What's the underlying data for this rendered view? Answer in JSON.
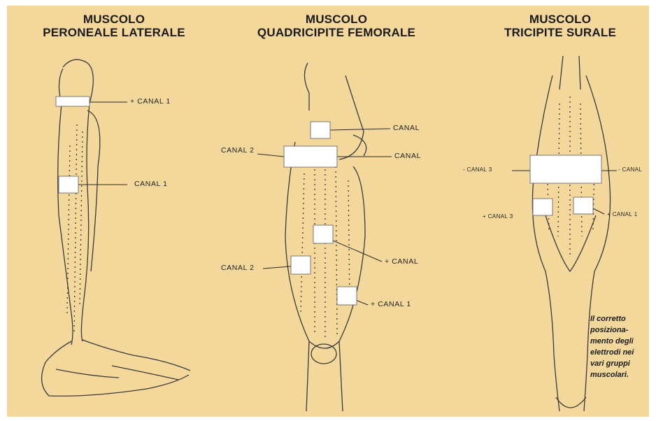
{
  "panels": [
    {
      "title": [
        "MUSCOLO",
        "PERONEALE LATERALE"
      ]
    },
    {
      "title": [
        "MUSCOLO",
        "QUADRICIPITE FEMORALE"
      ]
    },
    {
      "title": [
        "MUSCOLO",
        "TRICIPITE SURALE"
      ]
    }
  ],
  "labels": {
    "p1_top": "+ CANAL 1",
    "p1_mid": "CANAL 1",
    "p2_r1": "CANAL",
    "p2_r2": "CANAL",
    "p2_left_top": "CANAL 2",
    "p2_left_low": "CANAL 2",
    "p2_r3": "+ CANAL",
    "p2_r4": "+ CANAL 1",
    "p3_left": "- CANAL 3",
    "p3_right": "- CANAL",
    "p3_left_small": "+ CANAL 3",
    "p3_right_small": "+ CANAL 1"
  },
  "caption": [
    "Il corretto",
    "posiziona-",
    "mento degli",
    "elettrodi nei",
    "vari gruppi",
    "muscolari."
  ],
  "colors": {
    "background": "#f4d79a",
    "ink": "#1a1a1a",
    "pad": "#ffffff"
  }
}
